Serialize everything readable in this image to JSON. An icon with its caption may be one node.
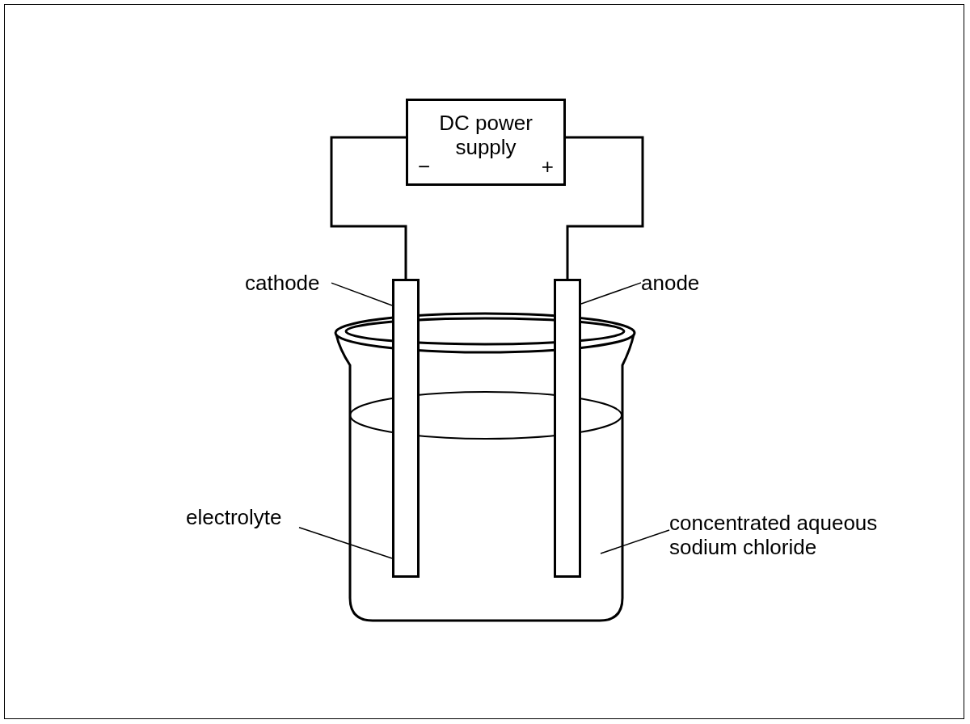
{
  "diagram": {
    "nodes": [
      {
        "text": [
          "DC power supply",
          "−",
          "+"
        ]
      },
      {
        "text": [
          "cathode"
        ]
      },
      {
        "text": [
          "anode"
        ]
      },
      {
        "text": [],
        "shape": "bar"
      },
      {
        "text": [],
        "shape": "bar"
      },
      {
        "text": [
          "electrolyte"
        ]
      },
      {
        "text": [
          "concentrated aqueous sodium chloride"
        ]
      }
    ],
    "edges": [
      {
        "from": 0,
        "to": 3,
        "arrow": "none"
      },
      {
        "from": 0,
        "to": 4,
        "arrow": "none"
      },
      {
        "from": 1,
        "to": 3,
        "arrow": "none"
      },
      {
        "from": 2,
        "to": 4,
        "arrow": "none"
      },
      {
        "from": 5,
        "to": 3,
        "arrow": "none"
      },
      {
        "from": 6,
        "to": null,
        "arrow": "none"
      }
    ]
  }
}
